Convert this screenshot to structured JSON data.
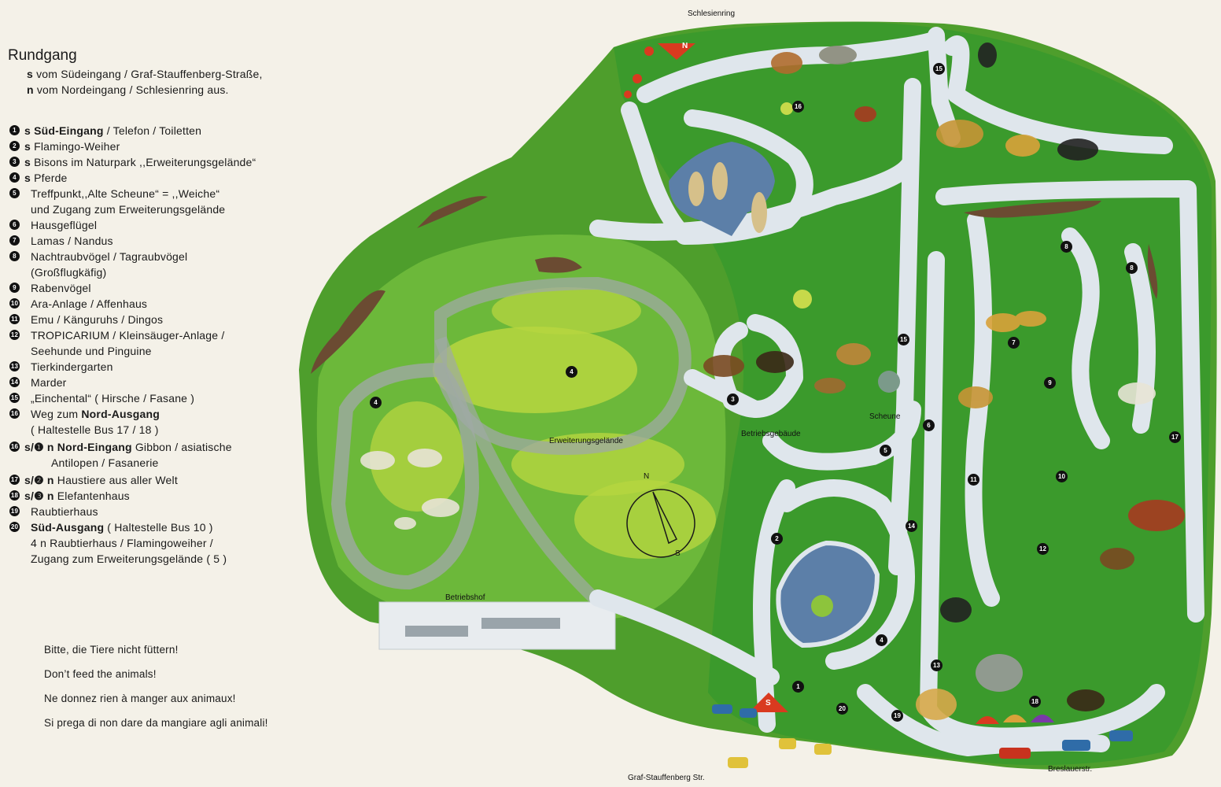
{
  "legend": {
    "title": "Rundgang",
    "intro_s_key": "s",
    "intro_s_text": "vom Südeingang / Graf-Stauffenberg-Straße,",
    "intro_n_key": "n",
    "intro_n_text": "vom Nordeingang / Schlesienring aus.",
    "items": [
      {
        "num": "1",
        "prefix": "s",
        "bold": "Süd-Eingang",
        "text": "/ Telefon / Toiletten",
        "text2": ""
      },
      {
        "num": "2",
        "prefix": "s",
        "bold": "",
        "text": "Flamingo-Weiher",
        "text2": ""
      },
      {
        "num": "3",
        "prefix": "s",
        "bold": "",
        "text": "Bisons im Naturpark ,,Erweiterungsgelände“",
        "text2": ""
      },
      {
        "num": "4",
        "prefix": "s",
        "bold": "",
        "text": "Pferde",
        "text2": ""
      },
      {
        "num": "5",
        "prefix": "",
        "bold": "",
        "text": "Treffpunkt,,Alte Scheune“ = ,,Weiche“",
        "text2": "und Zugang zum Erweiterungsgelände"
      },
      {
        "num": "6",
        "prefix": "",
        "bold": "",
        "text": "Hausgeflügel",
        "text2": ""
      },
      {
        "num": "7",
        "prefix": "",
        "bold": "",
        "text": "Lamas / Nandus",
        "text2": ""
      },
      {
        "num": "8",
        "prefix": "",
        "bold": "",
        "text": "Nachtraubvögel / Tagraubvögel",
        "text2": "(Großflugkäfig)"
      },
      {
        "num": "9",
        "prefix": "",
        "bold": "",
        "text": "Rabenvögel",
        "text2": ""
      },
      {
        "num": "10",
        "prefix": "",
        "bold": "",
        "text": "Ara-Anlage / Affenhaus",
        "text2": ""
      },
      {
        "num": "11",
        "prefix": "",
        "bold": "",
        "text": "Emu / Känguruhs / Dingos",
        "text2": ""
      },
      {
        "num": "12",
        "prefix": "",
        "bold": "",
        "text": "TROPICARIUM / Kleinsäuger-Anlage /",
        "text2": "Seehunde und Pinguine"
      },
      {
        "num": "13",
        "prefix": "",
        "bold": "",
        "text": "Tierkindergarten",
        "text2": ""
      },
      {
        "num": "14",
        "prefix": "",
        "bold": "",
        "text": "Marder",
        "text2": ""
      },
      {
        "num": "15",
        "prefix": "",
        "bold": "",
        "text": "„Einchental“ ( Hirsche / Fasane )",
        "text2": ""
      },
      {
        "num": "16",
        "prefix": "",
        "bold": "Nord-Ausgang",
        "text_before": "Weg zum",
        "text": "",
        "text2": "( Haltestelle Bus 17 / 18 )"
      },
      {
        "num": "16",
        "prefix": "s/❶ n",
        "bold": "Nord-Eingang",
        "text": "Gibbon / asiatische",
        "text2": "Antilopen / Fasanerie"
      },
      {
        "num": "17",
        "prefix": "s/❷ n",
        "bold": "",
        "text": "Haustiere aus aller Welt",
        "text2": ""
      },
      {
        "num": "18",
        "prefix": "s/❸ n",
        "bold": "",
        "text": "Elefantenhaus",
        "text2": ""
      },
      {
        "num": "19",
        "prefix": "",
        "bold": "",
        "text": "Raubtierhaus",
        "text2": ""
      },
      {
        "num": "20",
        "prefix": "",
        "bold": "Süd-Ausgang",
        "text": "( Haltestelle Bus 10 )",
        "text2": "4 n Raubtierhaus / Flamingoweiher /"
      },
      {
        "num": "",
        "prefix": "",
        "bold": "",
        "text": "Zugang zum Erweiterungsgelände ( 5 )",
        "text2": ""
      }
    ],
    "notices": [
      "Bitte, die Tiere nicht füttern!",
      "Don’t feed the animals!",
      "Ne donnez rien à manger aux animaux!",
      "Si prega di non dare da mangiare agli animali!"
    ]
  },
  "map": {
    "labels": {
      "north_street": "Schlesienring",
      "south_street": "Graf-Stauffenberg Str.",
      "east_street": "Breslauerstr.",
      "extension": "Erweiterungsgelände",
      "depot": "Betriebshof",
      "service_building": "Betriebsgebäude",
      "barn": "Scheune",
      "compass_n": "N",
      "compass_s": "S",
      "north_entrance_sign": "N",
      "south_entrance_sign": "S"
    },
    "markers": [
      "1",
      "2",
      "3",
      "4",
      "4",
      "4",
      "5",
      "6",
      "7",
      "8",
      "8",
      "9",
      "10",
      "11",
      "12",
      "13",
      "14",
      "15",
      "15",
      "16",
      "17",
      "18",
      "19",
      "20"
    ],
    "colors": {
      "grass_dark": "#2f8a2a",
      "grass_mid": "#5dab2e",
      "grass_light": "#a8cf3a",
      "path": "#dfe6ec",
      "water": "#5c7fa8",
      "sign": "#d93a1f"
    }
  }
}
